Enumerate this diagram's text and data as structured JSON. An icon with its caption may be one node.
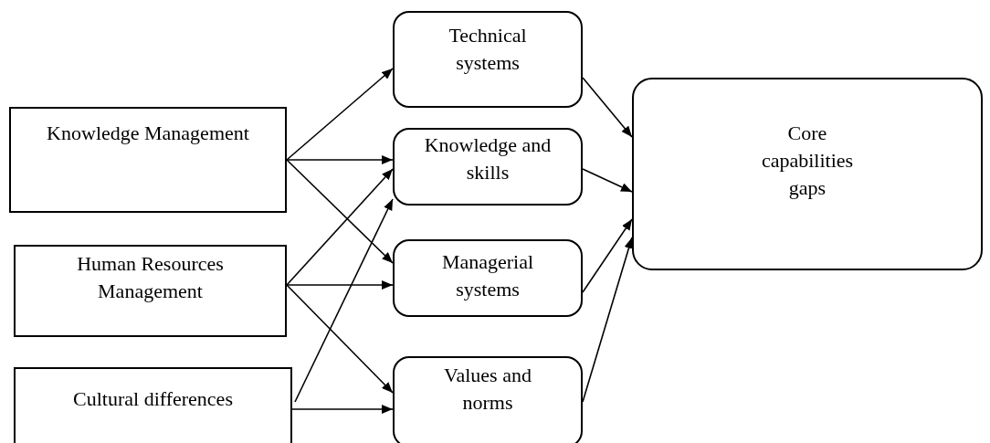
{
  "diagram": {
    "nodes": [
      {
        "text": [
          "Knowledge Management"
        ]
      },
      {
        "text": [
          "Human Resources Management"
        ]
      },
      {
        "text": [
          "Cultural differences"
        ]
      },
      {
        "text": [
          "Technical systems"
        ]
      },
      {
        "text": [
          "Knowledge and skills"
        ]
      },
      {
        "text": [
          "Managerial systems"
        ]
      },
      {
        "text": [
          "Values and norms"
        ]
      },
      {
        "text": [
          "Core capabilities gaps"
        ]
      }
    ],
    "edges": [
      {
        "from": 0,
        "to": 3,
        "arrow": "to"
      },
      {
        "from": 0,
        "to": 4,
        "arrow": "to"
      },
      {
        "from": 0,
        "to": 5,
        "arrow": "to"
      },
      {
        "from": 1,
        "to": 4,
        "arrow": "to"
      },
      {
        "from": 1,
        "to": 5,
        "arrow": "to"
      },
      {
        "from": 1,
        "to": 6,
        "arrow": "to"
      },
      {
        "from": 2,
        "to": 4,
        "arrow": "to"
      },
      {
        "from": 2,
        "to": 6,
        "arrow": "to"
      },
      {
        "from": 3,
        "to": 7,
        "arrow": "to"
      },
      {
        "from": 4,
        "to": 7,
        "arrow": "to"
      },
      {
        "from": 5,
        "to": 7,
        "arrow": "to"
      },
      {
        "from": 6,
        "to": 7,
        "arrow": "to"
      }
    ]
  }
}
